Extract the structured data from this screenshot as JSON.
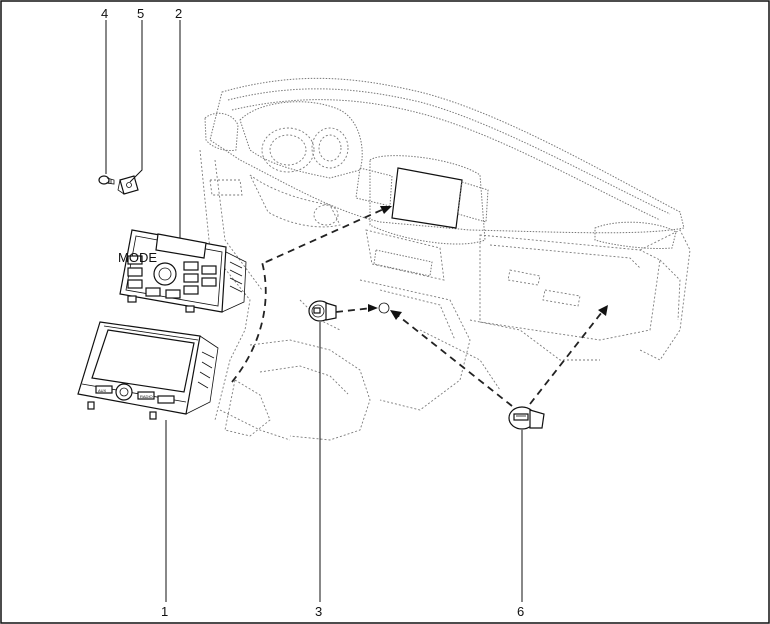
{
  "callouts": {
    "c1": "1",
    "c2": "2",
    "c3": "3",
    "c4": "4",
    "c5": "5",
    "c6": "6"
  },
  "device_labels": {
    "head_unit_small": "MODE",
    "head_unit_left": "AUX",
    "head_unit_right": "RADIO"
  },
  "colors": {
    "line": "#111111",
    "ghost": "#7a7a7a",
    "background": "#ffffff"
  }
}
